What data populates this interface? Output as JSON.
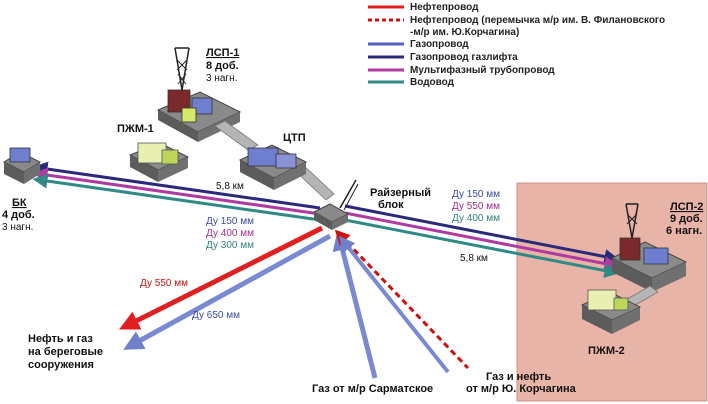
{
  "legend": {
    "items": [
      {
        "label": "Нефтепровод",
        "color": "#e02020",
        "style": "solid"
      },
      {
        "label": "Нефтепровод (перемычка м/р им. В. Филановского",
        "label2": "-м/р им. Ю.Корчагина)",
        "color": "#cc1111",
        "style": "dashed"
      },
      {
        "label": "Газопровод",
        "color": "#5560b8",
        "style": "solid"
      },
      {
        "label": "Газопровод газлифта",
        "color": "#2a2a7a",
        "style": "solid"
      },
      {
        "label": "Мультифазный трубопровод",
        "color": "#b03aa0",
        "style": "solid"
      },
      {
        "label": "Водовод",
        "color": "#2f8a86",
        "style": "solid"
      }
    ]
  },
  "platforms": {
    "lsp1": {
      "name": "ЛСП-1",
      "line1": "8 доб.",
      "line2": "3 нагн."
    },
    "pzhm1": {
      "name": "ПЖМ-1"
    },
    "ctp": {
      "name": "ЦТП"
    },
    "riser": {
      "line1": "Райзерный",
      "line2": "блок"
    },
    "bk": {
      "name": "БК",
      "line1": "4 доб.",
      "line2": "3 нагн."
    },
    "lsp2": {
      "name": "ЛСП-2",
      "line1": "9 доб.",
      "line2": "6 нагн."
    },
    "pzhm2": {
      "name": "ПЖМ-2"
    }
  },
  "pipes": {
    "left_distance": "5,8 км",
    "right_distance": "5,8 км",
    "left_d1": "Ду 150 мм",
    "left_d2": "Ду 400 мм",
    "left_d3": "Ду 300 мм",
    "right_d1": "Ду 150 мм",
    "right_d2": "Ду 550 мм",
    "right_d3": "Ду 400 мм",
    "shore_oil": "Ду 550 мм",
    "shore_gas": "Ду 650 мм"
  },
  "destinations": {
    "shore_line1": "Нефть и газ",
    "shore_line2": "на береговые",
    "shore_line3": "сооружения",
    "sarmat": "Газ от м/р Сарматское",
    "korch_line1": "Газ и нефть",
    "korch_line2": "от м/р Ю. Корчагина"
  }
}
